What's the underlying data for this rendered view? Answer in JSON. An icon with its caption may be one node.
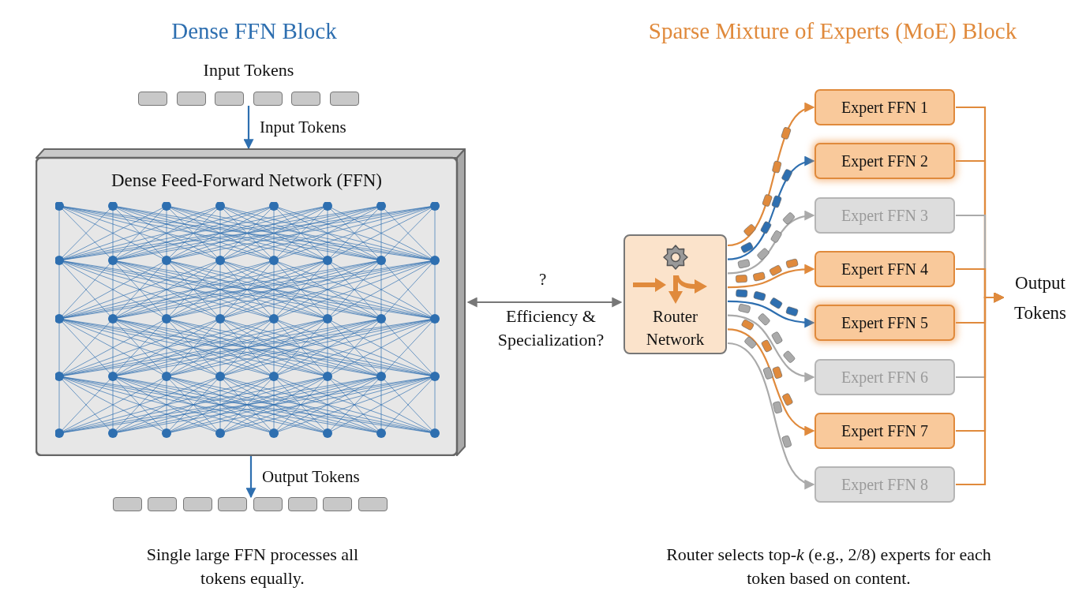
{
  "diagram": {
    "nodes": [
      {
        "text": [
          "Input Tokens"
        ]
      },
      {
        "text": [
          "Dense Feed-Forward Network (FFN)"
        ]
      },
      {
        "text": [],
        "shape": "bar"
      },
      {
        "text": [
          "Router Network"
        ]
      },
      {
        "text": [
          "Expert FFN 1"
        ]
      },
      {
        "text": [
          "Expert FFN 2"
        ]
      },
      {
        "text": [
          "Expert FFN 3"
        ]
      },
      {
        "text": [
          "Expert FFN 4"
        ]
      },
      {
        "text": [
          "Expert FFN 5"
        ]
      },
      {
        "text": [
          "Expert FFN 6"
        ]
      },
      {
        "text": [
          "Expert FFN 7"
        ]
      },
      {
        "text": [
          "Expert FFN 8"
        ]
      },
      {
        "text": [
          "Output Tokens"
        ]
      }
    ],
    "edges": [
      {
        "from": 0,
        "to": 1,
        "arrow": "to",
        "label": "Input Tokens",
        "color": "#2e6fb0"
      },
      {
        "from": 1,
        "to": 2,
        "arrow": "to",
        "label": "Output Tokens",
        "color": "#2e6fb0"
      },
      {
        "from": 1,
        "to": 3,
        "arrow": "both",
        "label": "?",
        "color": "#777777"
      },
      {
        "from": 3,
        "to": 4,
        "arrow": "to"
      },
      {
        "from": 3,
        "to": 5,
        "arrow": "to",
        "color": "#2e6fb0"
      },
      {
        "from": 3,
        "to": 6,
        "arrow": "to",
        "color": "#aaaaaa"
      },
      {
        "from": 3,
        "to": 7,
        "arrow": "to"
      },
      {
        "from": 3,
        "to": 8,
        "arrow": "to",
        "color": "#2e6fb0"
      },
      {
        "from": 3,
        "to": 9,
        "arrow": "to",
        "color": "#aaaaaa"
      },
      {
        "from": 3,
        "to": 10,
        "arrow": "to"
      },
      {
        "from": 3,
        "to": 11,
        "arrow": "to",
        "color": "#aaaaaa"
      },
      {
        "from": 4,
        "to": 12,
        "arrow": "to"
      },
      {
        "from": 5,
        "to": 12,
        "arrow": "to"
      },
      {
        "from": 6,
        "to": 12,
        "arrow": "to",
        "color": "#aaaaaa"
      },
      {
        "from": 7,
        "to": 12,
        "arrow": "to"
      },
      {
        "from": 8,
        "to": 12,
        "arrow": "to"
      },
      {
        "from": 9,
        "to": 12,
        "arrow": "to",
        "color": "#aaaaaa"
      },
      {
        "from": 10,
        "to": 12,
        "arrow": "to"
      },
      {
        "from": 11,
        "to": 12,
        "arrow": "to"
      }
    ],
    "labels": [
      "Dense FFN Block",
      "Sparse Mixture of Experts (MoE) Block",
      "Efficiency & Specialization?",
      "Single large FFN processes all tokens equally.",
      "Router selects top-*k* (e.g., 2/8) experts for each token based on content."
    ]
  }
}
